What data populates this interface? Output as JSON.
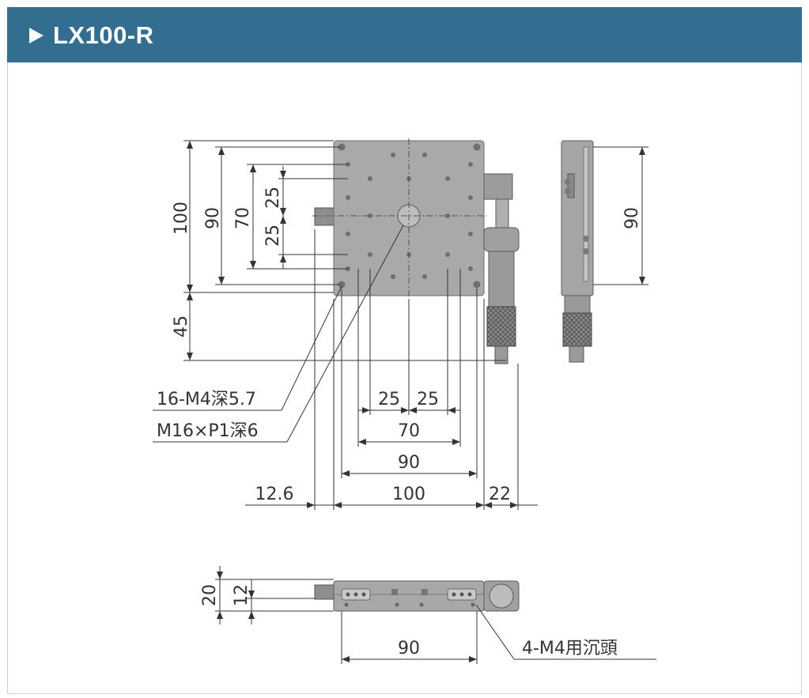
{
  "title": "LX100-R",
  "colors": {
    "header": "#336e91",
    "stage": "#a7a7a7",
    "stage_dark": "#7c7c7c",
    "line": "#333333"
  },
  "top_view": {
    "dims_vertical": [
      "100",
      "90",
      "70",
      "25",
      "25",
      "45"
    ],
    "dims_horizontal": [
      "25",
      "25",
      "70",
      "90",
      "12.6",
      "100",
      "22"
    ],
    "callouts": [
      "16-M4深5.7",
      "M16×P1深6"
    ]
  },
  "side_view": {
    "dims": [
      "90"
    ]
  },
  "front_view": {
    "dims_vertical": [
      "20",
      "12"
    ],
    "dims_horizontal": [
      "90"
    ],
    "callouts": [
      "4-M4用沉頭"
    ]
  }
}
